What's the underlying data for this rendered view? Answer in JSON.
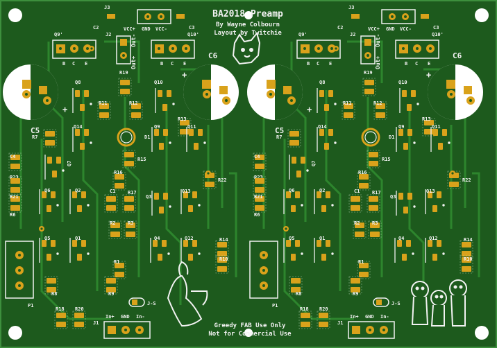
{
  "board": {
    "title": "BA2018 Preamp",
    "author": "By Wayne Colbourn",
    "layout": "Layout by Twitchie",
    "footer1": "Greedy FAB Use Only",
    "footer2": "Not for Commercial Use"
  },
  "colors": {
    "board": "#1d5a1d",
    "trace": "#2f8a2f",
    "pad": "#d9a21b",
    "silk": "#f2f2f2"
  },
  "labels": {
    "J3": "J3",
    "J2": "J2",
    "J1": "J1",
    "C2": "C2",
    "C3": "C3",
    "vccp": "VCC+",
    "gnd": "GND",
    "vccm": "VCC-",
    "q9": "Q9'",
    "q10": "Q10'",
    "out_p": "Out+",
    "out_m": "Out-",
    "C5": "C5",
    "C6": "C6",
    "R19": "R19",
    "Q8": "Q8",
    "Q10": "Q10",
    "R11": "R11",
    "R12": "R12",
    "R13": "R13",
    "Q14": "Q14",
    "Q9": "Q9",
    "Q11": "Q11",
    "D1": "D1",
    "R15": "R15",
    "R7": "R7",
    "C4": "C4",
    "R23": "R23",
    "R21": "R21",
    "R6": "R6",
    "Q7": "Q7",
    "R16": "R16",
    "R22": "R22",
    "Q6": "Q6",
    "Q2": "Q2",
    "C1": "C1",
    "R17": "R17",
    "Q3": "Q3",
    "Q13": "Q13",
    "R2": "R2",
    "R3": "R3",
    "Q5": "Q5",
    "Q1": "Q1",
    "Q4": "Q4",
    "Q12": "Q12",
    "R14": "R14",
    "R10": "R10",
    "R1": "R1",
    "R8": "R8",
    "R9": "R9",
    "P1": "P1",
    "R18": "R18",
    "R20": "R20",
    "in_p": "In+",
    "in_m": "In-",
    "js": "J-S",
    "B": "B",
    "C": "C",
    "E": "E",
    "plus": "+"
  }
}
